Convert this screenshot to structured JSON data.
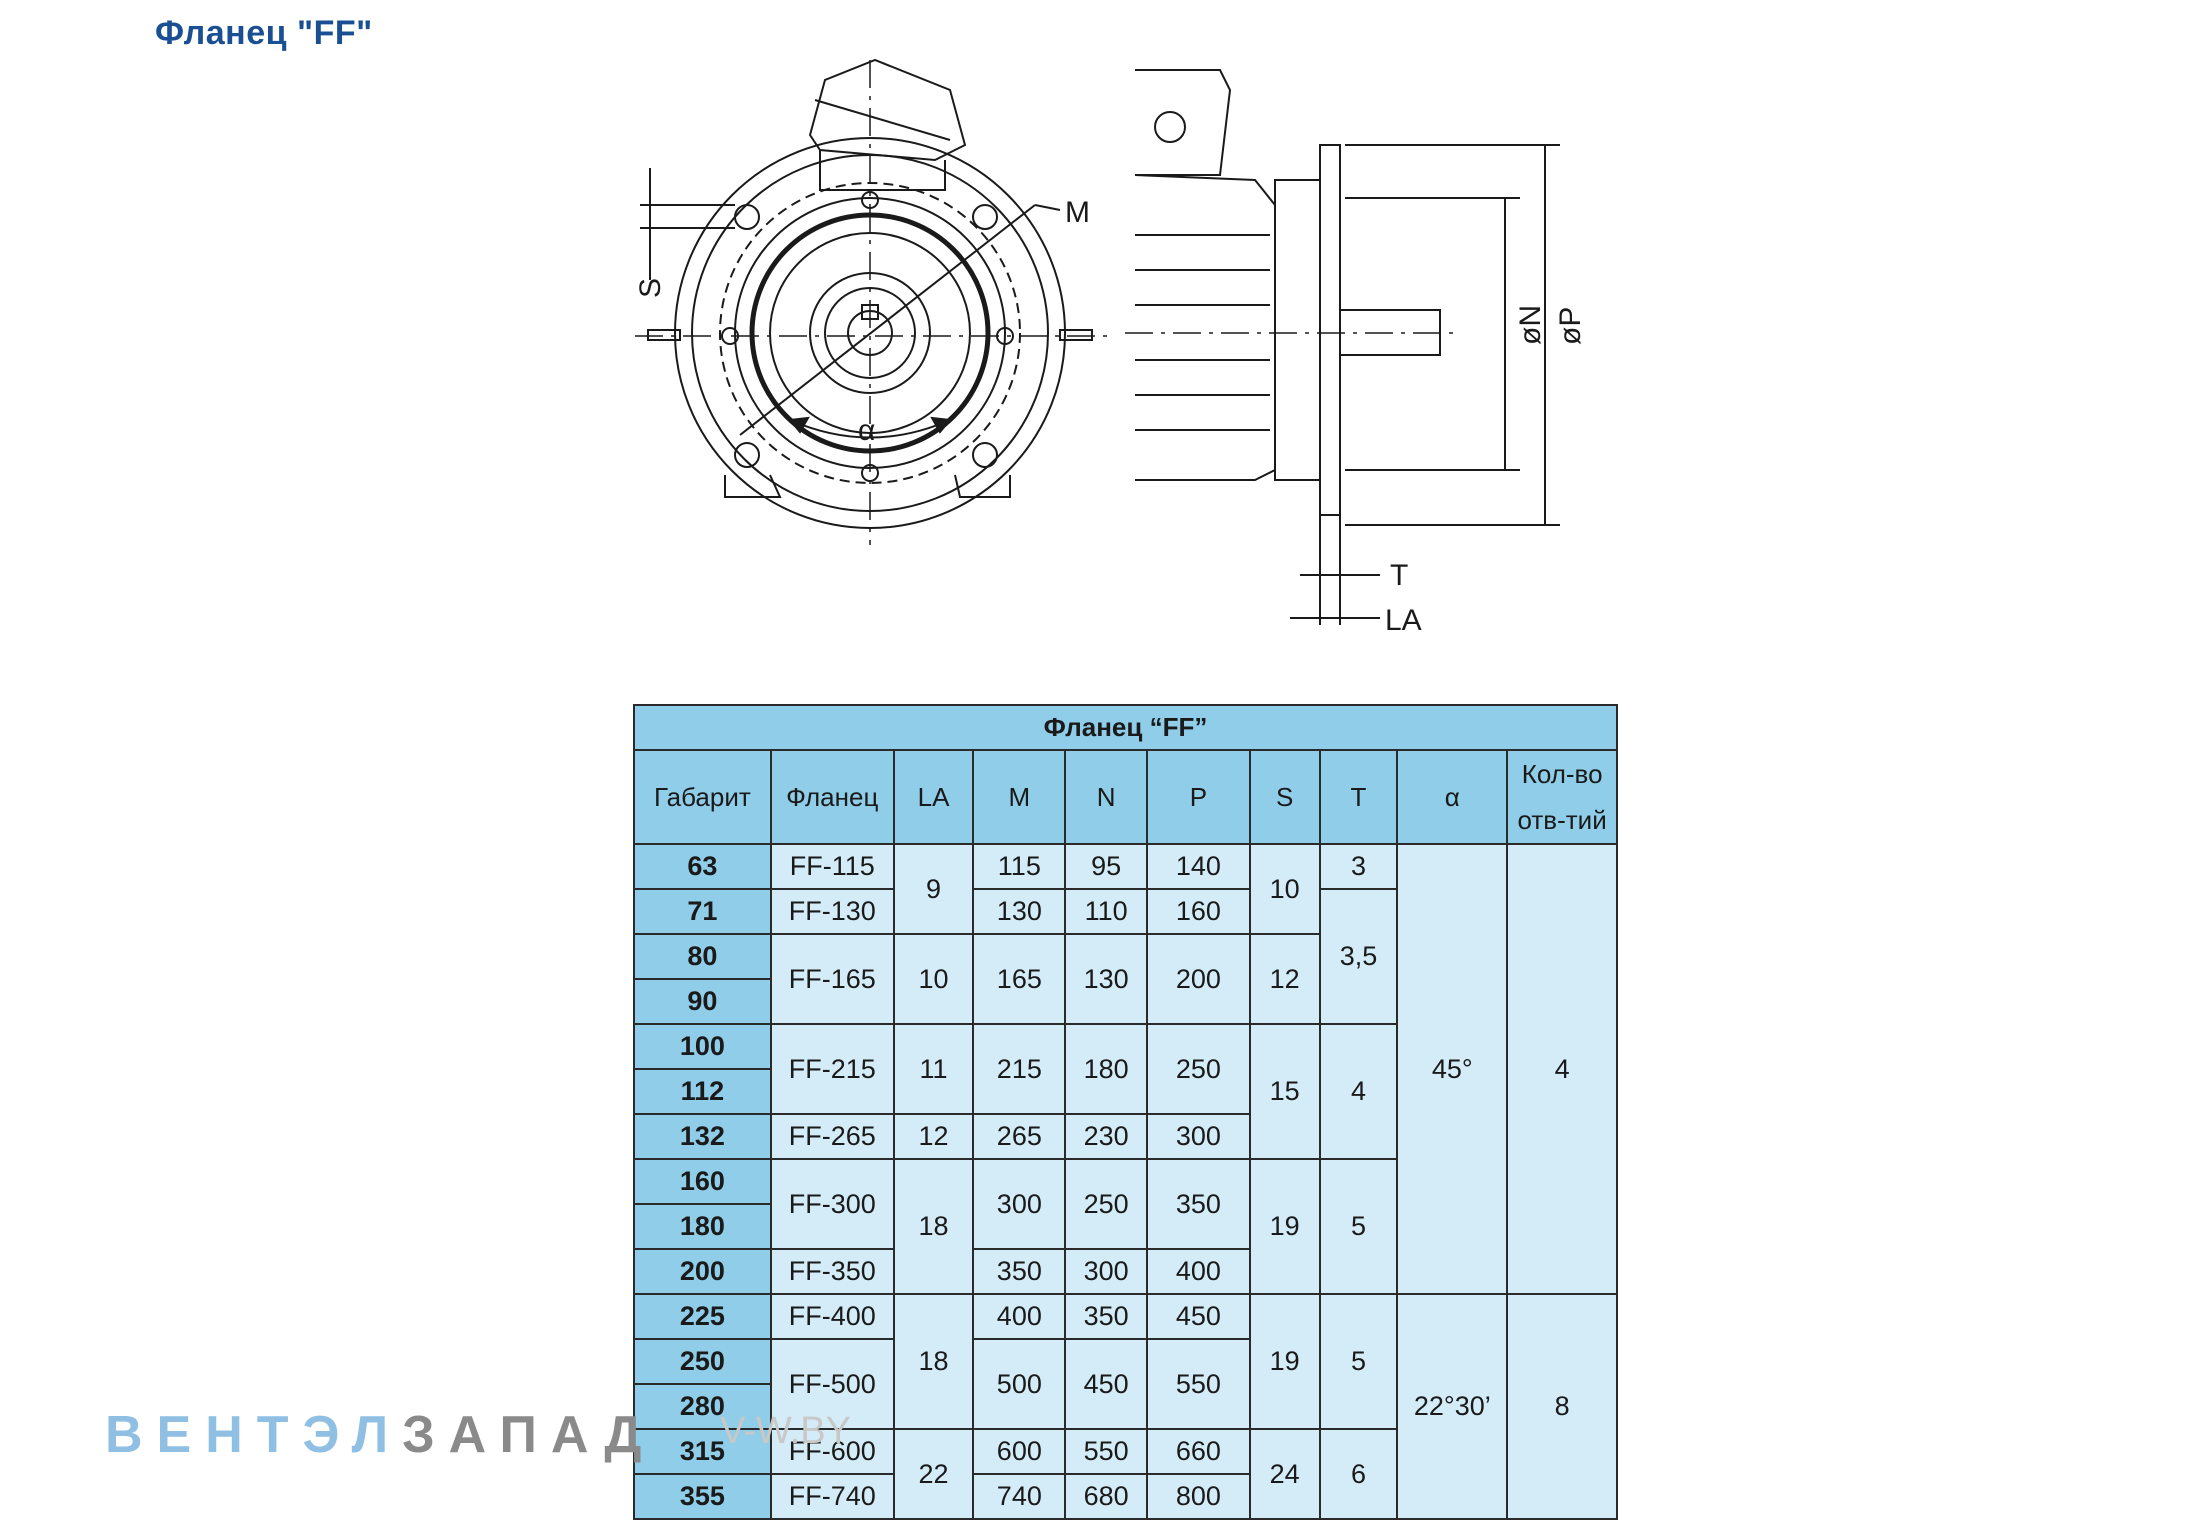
{
  "page_title": "Фланец \"FF\"",
  "drawing": {
    "label_M": "M",
    "label_S": "S",
    "label_alpha": "α",
    "label_N": "øN",
    "label_P": "øP",
    "label_T": "T",
    "label_LA": "LA"
  },
  "table": {
    "title": "Фланец “FF”",
    "headers": {
      "gabarit": "Габарит",
      "flanec": "Фланец",
      "la": "LA",
      "m": "M",
      "n": "N",
      "p": "P",
      "s": "S",
      "t": "T",
      "alpha": "α",
      "holes_1": "Кол-во",
      "holes_2": "отв-тий"
    },
    "gabarit": [
      "63",
      "71",
      "80",
      "90",
      "100",
      "112",
      "132",
      "160",
      "180",
      "200",
      "225",
      "250",
      "280",
      "315",
      "355"
    ],
    "flanec": [
      "FF-115",
      "FF-130",
      "FF-165",
      "FF-215",
      "FF-265",
      "FF-300",
      "FF-350",
      "FF-400",
      "FF-500",
      "FF-600",
      "FF-740"
    ],
    "la": [
      "9",
      "10",
      "11",
      "12",
      "18",
      "18",
      "22"
    ],
    "m": [
      "115",
      "130",
      "165",
      "215",
      "265",
      "300",
      "350",
      "400",
      "500",
      "600",
      "740"
    ],
    "n": [
      "95",
      "110",
      "130",
      "180",
      "230",
      "250",
      "300",
      "350",
      "450",
      "550",
      "680"
    ],
    "p": [
      "140",
      "160",
      "200",
      "250",
      "300",
      "350",
      "400",
      "450",
      "550",
      "660",
      "800"
    ],
    "s": [
      "10",
      "12",
      "15",
      "19",
      "19",
      "24"
    ],
    "t": [
      "3",
      "3,5",
      "4",
      "5",
      "5",
      "6"
    ],
    "alpha": [
      "45°",
      "22°30’"
    ],
    "holes": [
      "4",
      "8"
    ]
  },
  "watermark": {
    "part1": "ВЕНТЭЛ",
    "part2": "ЗАПАД",
    "url": "V-W.BY"
  }
}
